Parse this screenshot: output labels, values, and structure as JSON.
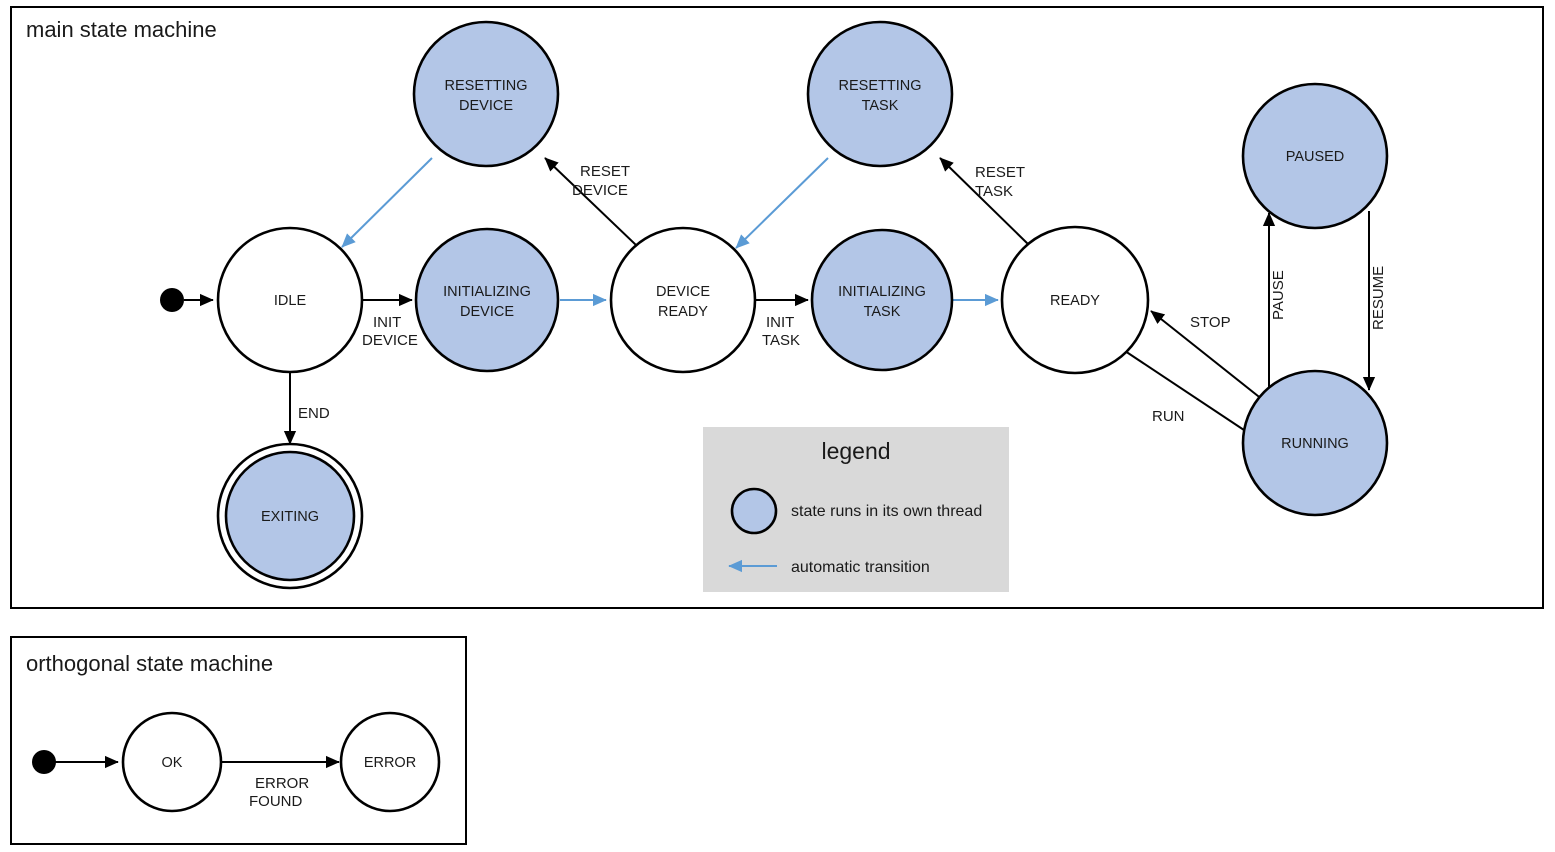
{
  "diagram": {
    "type": "state-machine",
    "title": "main state machine",
    "frames": [
      {
        "id": "main",
        "label": "main state machine"
      },
      {
        "id": "orthogonal",
        "label": "orthogonal state machine"
      }
    ],
    "colors": {
      "thread_state_fill": "#b3c6e7",
      "plain_state_fill": "#ffffff",
      "stroke": "#000000",
      "automatic_transition": "#5b9bd5",
      "legend_background": "#d9d9d9"
    },
    "main_states": [
      {
        "id": "idle",
        "label": "IDLE",
        "kind": "plain",
        "thread": false
      },
      {
        "id": "resetting-device",
        "label": "RESETTING\nDEVICE",
        "line1": "RESETTING",
        "line2": "DEVICE",
        "kind": "thread",
        "thread": true
      },
      {
        "id": "initializing-device",
        "label": "INITIALIZING\nDEVICE",
        "line1": "INITIALIZING",
        "line2": "DEVICE",
        "kind": "thread",
        "thread": true
      },
      {
        "id": "device-ready",
        "label": "DEVICE\nREADY",
        "line1": "DEVICE",
        "line2": "READY",
        "kind": "plain",
        "thread": false
      },
      {
        "id": "resetting-task",
        "label": "RESETTING\nTASK",
        "line1": "RESETTING",
        "line2": "TASK",
        "kind": "thread",
        "thread": true
      },
      {
        "id": "initializing-task",
        "label": "INITIALIZING\nTASK",
        "line1": "INITIALIZING",
        "line2": "TASK",
        "kind": "thread",
        "thread": true
      },
      {
        "id": "ready",
        "label": "READY",
        "kind": "plain",
        "thread": false
      },
      {
        "id": "paused",
        "label": "PAUSED",
        "kind": "thread",
        "thread": true
      },
      {
        "id": "running",
        "label": "RUNNING",
        "kind": "thread",
        "thread": true
      },
      {
        "id": "exiting",
        "label": "EXITING",
        "kind": "final",
        "thread": true
      }
    ],
    "main_transitions": [
      {
        "from": "start",
        "to": "idle",
        "label": "",
        "auto": false
      },
      {
        "from": "idle",
        "to": "initializing-device",
        "label": "INIT\nDEVICE",
        "line1": "INIT",
        "line2": "DEVICE",
        "auto": false
      },
      {
        "from": "idle",
        "to": "exiting",
        "label": "END",
        "line1": "END",
        "line2": "",
        "auto": false
      },
      {
        "from": "initializing-device",
        "to": "device-ready",
        "label": "",
        "auto": true
      },
      {
        "from": "device-ready",
        "to": "resetting-device",
        "label": "RESET\nDEVICE",
        "line1": "RESET",
        "line2": "DEVICE",
        "auto": false
      },
      {
        "from": "resetting-device",
        "to": "idle",
        "label": "",
        "auto": true
      },
      {
        "from": "device-ready",
        "to": "initializing-task",
        "label": "INIT\nTASK",
        "line1": "INIT",
        "line2": "TASK",
        "auto": false
      },
      {
        "from": "initializing-task",
        "to": "ready",
        "label": "",
        "auto": true
      },
      {
        "from": "ready",
        "to": "resetting-task",
        "label": "RESET\nTASK",
        "line1": "RESET",
        "line2": "TASK",
        "auto": false
      },
      {
        "from": "resetting-task",
        "to": "device-ready",
        "label": "",
        "auto": true
      },
      {
        "from": "ready",
        "to": "running",
        "label": "RUN",
        "auto": false
      },
      {
        "from": "running",
        "to": "ready",
        "label": "STOP",
        "auto": false
      },
      {
        "from": "running",
        "to": "paused",
        "label": "PAUSE",
        "auto": false
      },
      {
        "from": "paused",
        "to": "running",
        "label": "RESUME",
        "auto": false
      }
    ],
    "orthogonal_states": [
      {
        "id": "ok",
        "label": "OK",
        "kind": "plain"
      },
      {
        "id": "error",
        "label": "ERROR",
        "kind": "plain"
      }
    ],
    "orthogonal_transitions": [
      {
        "from": "start",
        "to": "ok",
        "label": ""
      },
      {
        "from": "ok",
        "to": "error",
        "label": "ERROR\nFOUND",
        "line1": "ERROR",
        "line2": "FOUND"
      }
    ],
    "legend": {
      "title": "legend",
      "items": [
        {
          "glyph": "thread-circle",
          "text": "state runs in its own thread"
        },
        {
          "glyph": "blue-arrow",
          "text": "automatic transition"
        }
      ]
    }
  }
}
